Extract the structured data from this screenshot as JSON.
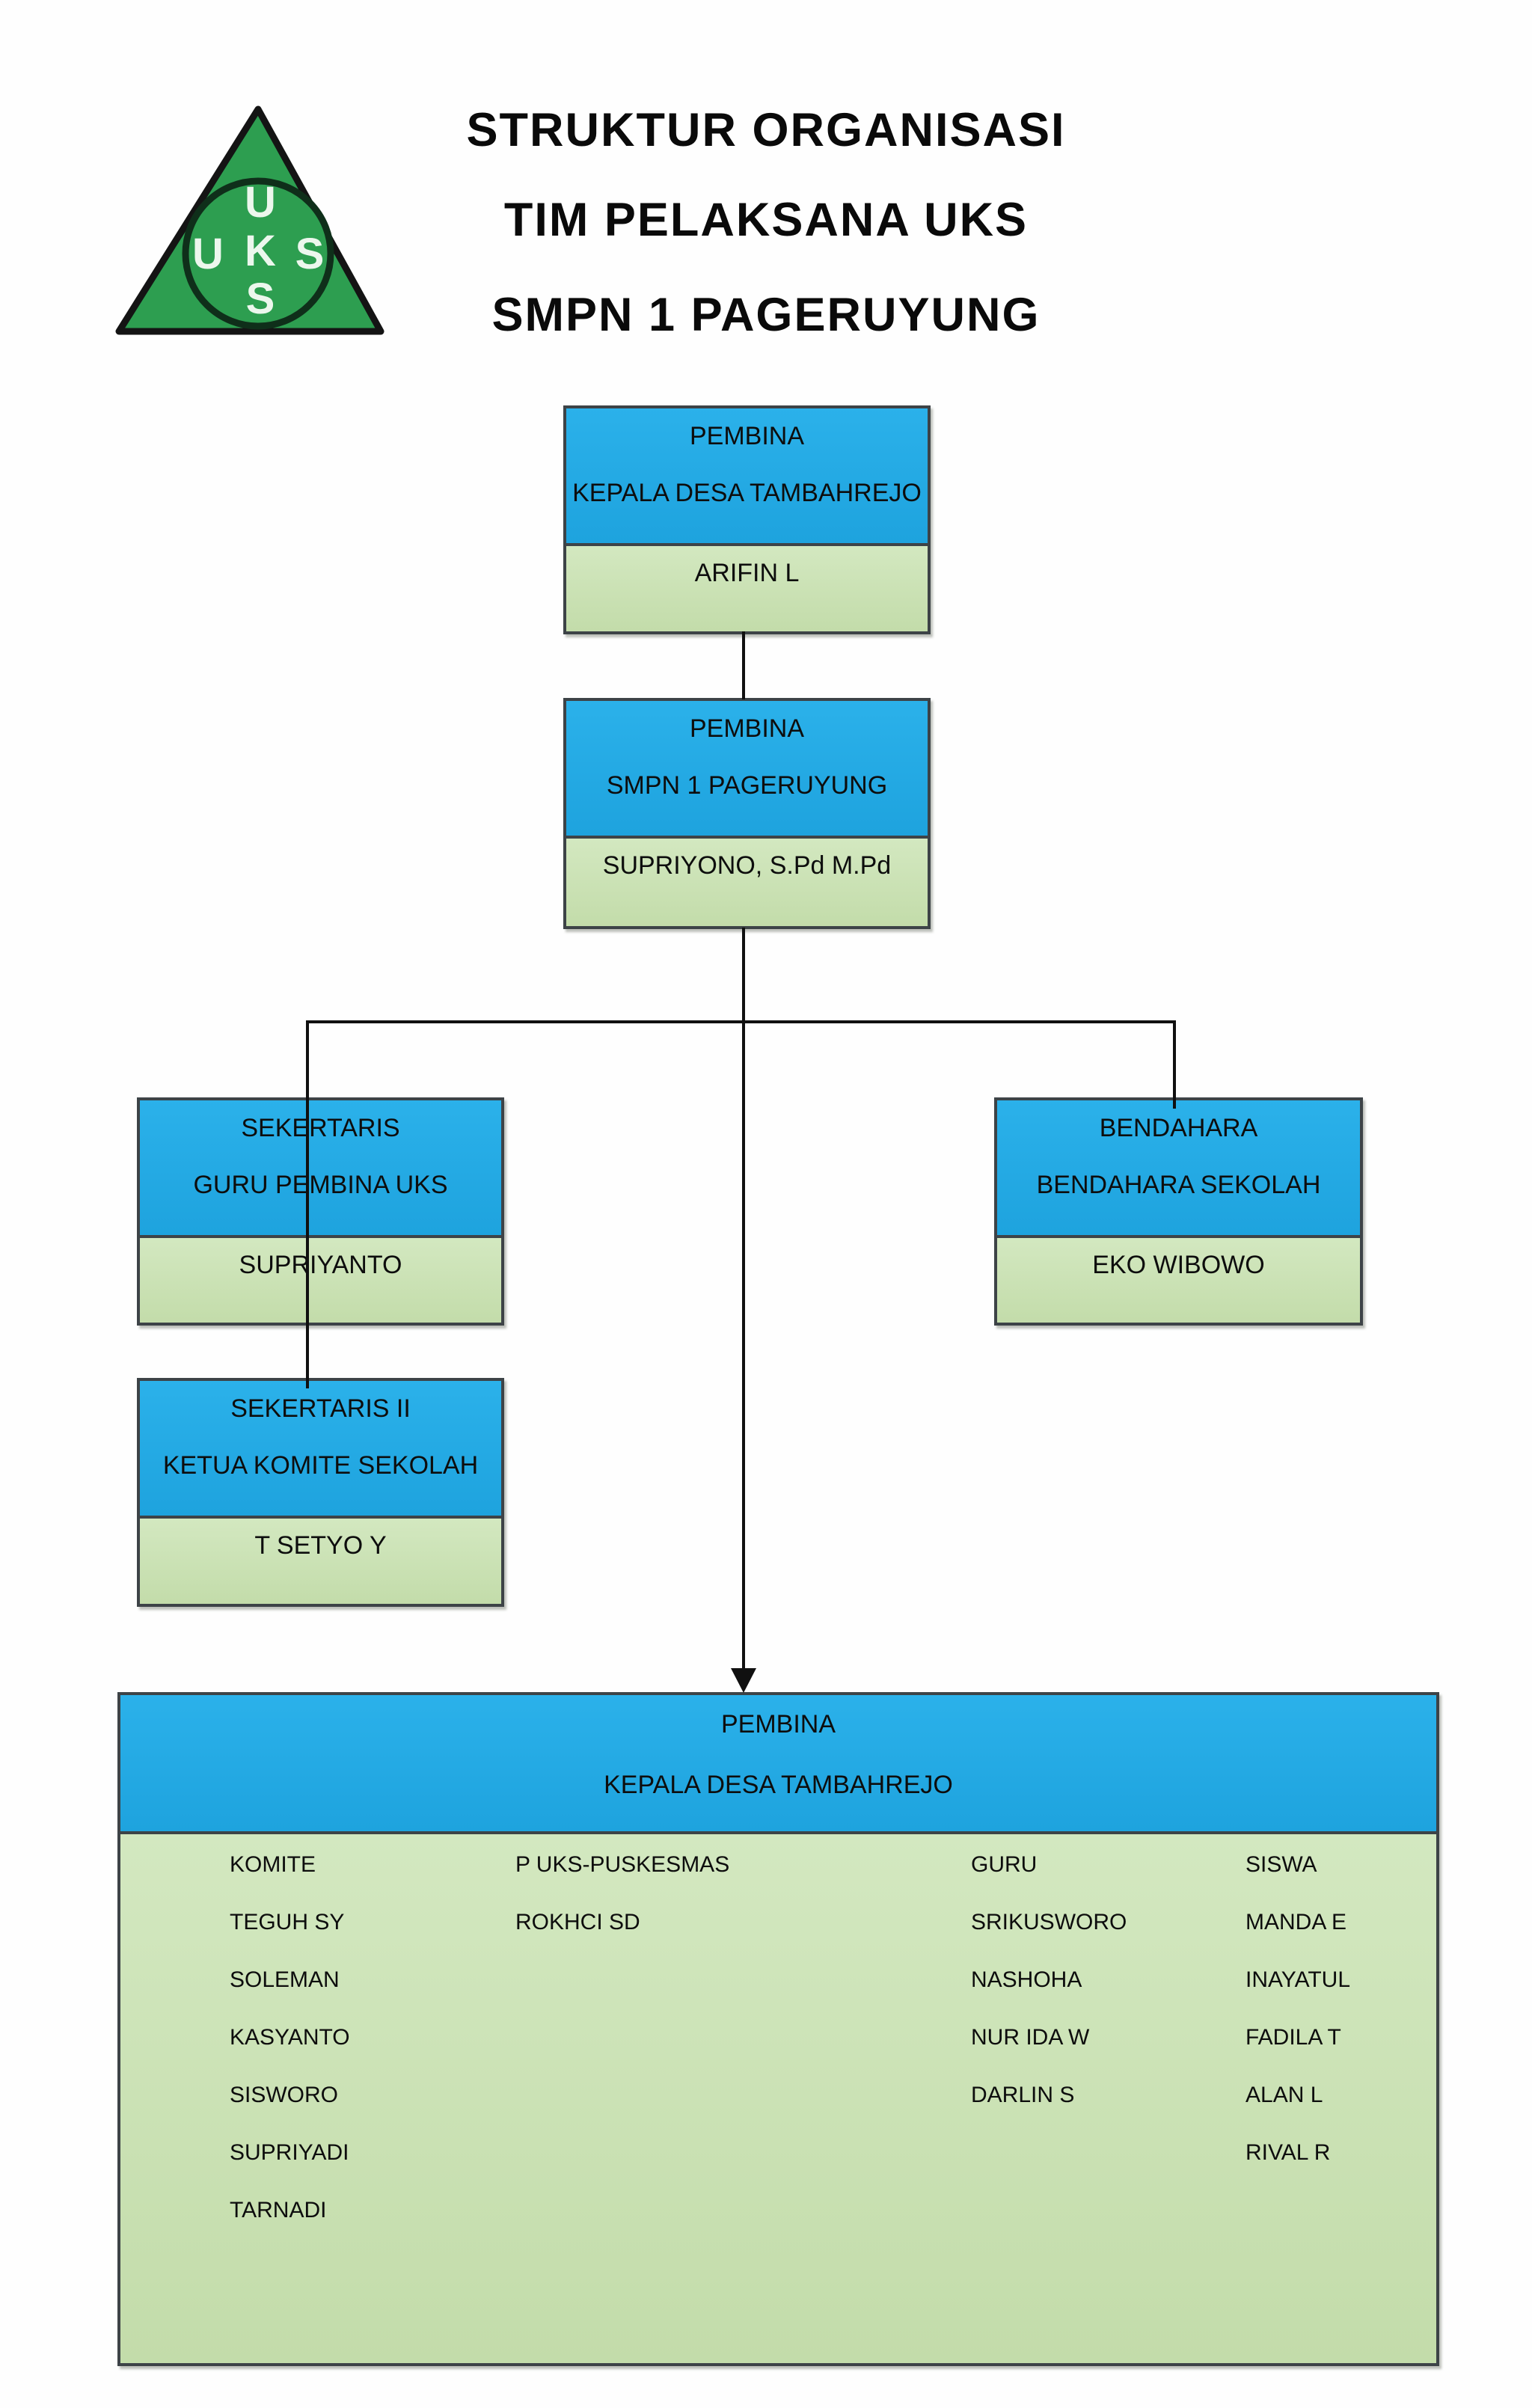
{
  "title": {
    "line1": "STRUKTUR ORGANISASI",
    "line2": "TIM PELAKSANA UKS",
    "line3": "SMPN 1 PAGERUYUNG"
  },
  "logo": {
    "top": "U",
    "left": "U",
    "center": "K",
    "right": "S",
    "bottom": "S"
  },
  "colors": {
    "header_blue": "#24aae3",
    "body_green": "#c9e1b2",
    "box_border": "#3d4347",
    "logo_green": "#2d9e50",
    "connector_black": "#101010"
  },
  "nodes": {
    "pembina_desa": {
      "title": "PEMBINA",
      "subtitle": "KEPALA DESA TAMBAHREJO",
      "name": "ARIFIN L"
    },
    "pembina_smpn": {
      "title": "PEMBINA",
      "subtitle": "SMPN 1 PAGERUYUNG",
      "name": "SUPRIYONO, S.Pd M.Pd"
    },
    "sekertaris": {
      "title": "SEKERTARIS",
      "subtitle": "GURU PEMBINA UKS",
      "name": "SUPRIYANTO"
    },
    "bendahara": {
      "title": "BENDAHARA",
      "subtitle": "BENDAHARA SEKOLAH",
      "name": "EKO WIBOWO"
    },
    "sekertaris2": {
      "title": "SEKERTARIS II",
      "subtitle": "KETUA KOMITE SEKOLAH",
      "name": "T SETYO Y"
    },
    "pelaksana": {
      "title": "PEMBINA",
      "subtitle": "KEPALA DESA TAMBAHREJO"
    }
  },
  "members": {
    "columns": [
      {
        "header": "KOMITE",
        "names": [
          "TEGUH SY",
          "SOLEMAN",
          "KASYANTO",
          "SISWORO",
          "SUPRIYADI",
          "TARNADI"
        ]
      },
      {
        "header": "P UKS-PUSKESMAS",
        "names": [
          "ROKHCI SD"
        ]
      },
      {
        "header": "GURU",
        "names": [
          "SRIKUSWORO",
          "NASHOHA",
          "NUR IDA W",
          "DARLIN S"
        ]
      },
      {
        "header": "SISWA",
        "names": [
          "MANDA E",
          "INAYATUL",
          "FADILA T",
          "ALAN L",
          "RIVAL R"
        ]
      }
    ]
  }
}
